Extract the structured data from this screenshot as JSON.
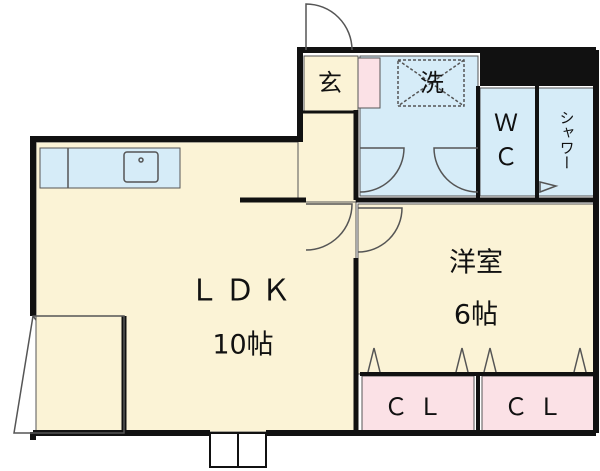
{
  "colors": {
    "wall": "#111111",
    "floor": "#fbf3d6",
    "wet": "#d6ecf8",
    "closet": "#fbe1e6",
    "entry_pink": "#fbe1e6",
    "kitchen": "#d6ecf8",
    "outline": "#555555"
  },
  "rooms": {
    "ldk": {
      "name": "ＬＤＫ",
      "size": "10帖"
    },
    "western": {
      "name": "洋室",
      "size": "6帖"
    },
    "entrance": {
      "name": "玄"
    },
    "washroom": {
      "name": "洗"
    },
    "toilet": {
      "name_line1": "Ｗ",
      "name_line2": "Ｃ"
    },
    "shower": {
      "name": "シャワー"
    },
    "closet_left": {
      "name": "ＣＬ"
    },
    "closet_right": {
      "name": "ＣＬ"
    }
  },
  "icons": [
    "sink-icon",
    "washer-icon",
    "door-swing-icon"
  ]
}
